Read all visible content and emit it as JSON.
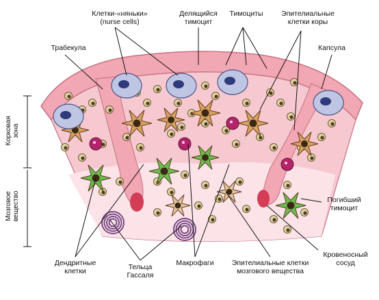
{
  "labels": {
    "nurse_cells": [
      "Клетки-«няньки»",
      "(nurse cells)"
    ],
    "dividing_thymocyte": [
      "Делящийся",
      "тимоцит"
    ],
    "thymocytes": "Тимоциты",
    "cortex_epithelial": [
      "Эпителиальные",
      "клетки коры"
    ],
    "trabecula": "Трабекула",
    "capsule": "Капсула",
    "cortical_zone": [
      "Корковая",
      "зона"
    ],
    "medulla": [
      "Мозговое",
      "вещество"
    ],
    "dead_thymocyte": [
      "Погибший",
      "тимоцит"
    ],
    "blood_vessel": [
      "Кровеносный",
      "сосуд"
    ],
    "dendritic_cells": [
      "Дендритные",
      "клетки"
    ],
    "hassall_bodies": [
      "Тельца",
      "Гассаля"
    ],
    "macrophages": "Макрофаги",
    "medulla_epithelial": [
      "Эпителиальные клетки",
      "мозгового вещества"
    ]
  },
  "colors": {
    "capsule": "#f2a7b4",
    "cortex": "#f6c9d1",
    "medulla": "#fbe3e8",
    "thymocyte": "#e3d3a6",
    "epithelial": "#d9a15f",
    "dendritic": "#6cbb4e",
    "macrophage": "#b4246a",
    "nurse": "#bfc6e3",
    "hassall": "#7a4a86"
  }
}
